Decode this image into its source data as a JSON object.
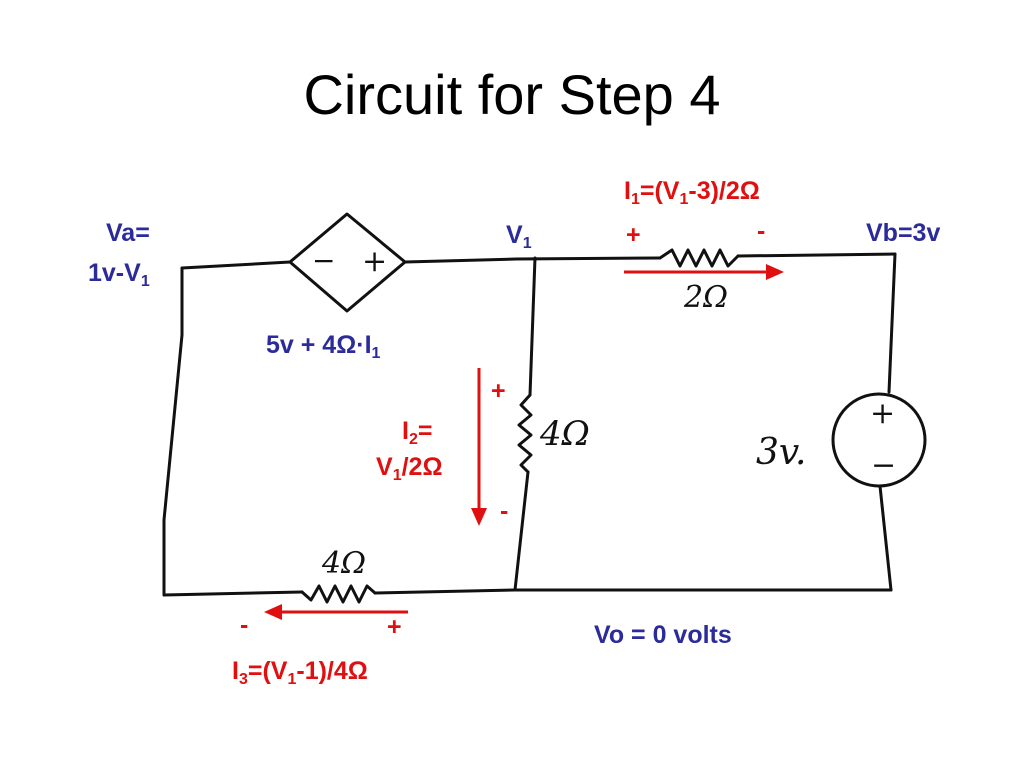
{
  "title": "Circuit for Step 4",
  "labels": {
    "va_line1": "Va=",
    "va_line2_prefix": "1v-V",
    "va_line2_sub": "1",
    "v1_main": "V",
    "v1_sub": "1",
    "vb": "Vb=3v",
    "dep_source_a": "5v + 4Ω",
    "dep_source_dot": "·",
    "dep_source_b": "I",
    "dep_source_sub": "1",
    "vo": "Vo = 0 volts"
  },
  "currents": {
    "i1": {
      "p1": "I",
      "s1": "1",
      "p2": "=(V",
      "s2": "1",
      "p3": "-3)/2Ω",
      "plus": "+",
      "minus": "-"
    },
    "i2": {
      "p1": "I",
      "s1": "2",
      "p2": "=",
      "p3": "V",
      "s3": "1",
      "p4": "/2Ω",
      "plus": "+",
      "minus": "-"
    },
    "i3": {
      "p1": "I",
      "s1": "3",
      "p2": "=(V",
      "s2": "1",
      "p3": "-1)/4Ω",
      "plus": "+",
      "minus": "-"
    }
  },
  "hand_labels": {
    "r_top": "2Ω",
    "r_mid": "4Ω",
    "r_bottom": "4Ω",
    "src_3v": "3v.",
    "src_plus": "+",
    "src_minus": "−",
    "dep_minus": "−",
    "dep_plus": "+"
  },
  "colors": {
    "label_blue": "#2b2b9a",
    "current_red": "#e01010",
    "wire": "#111111"
  }
}
